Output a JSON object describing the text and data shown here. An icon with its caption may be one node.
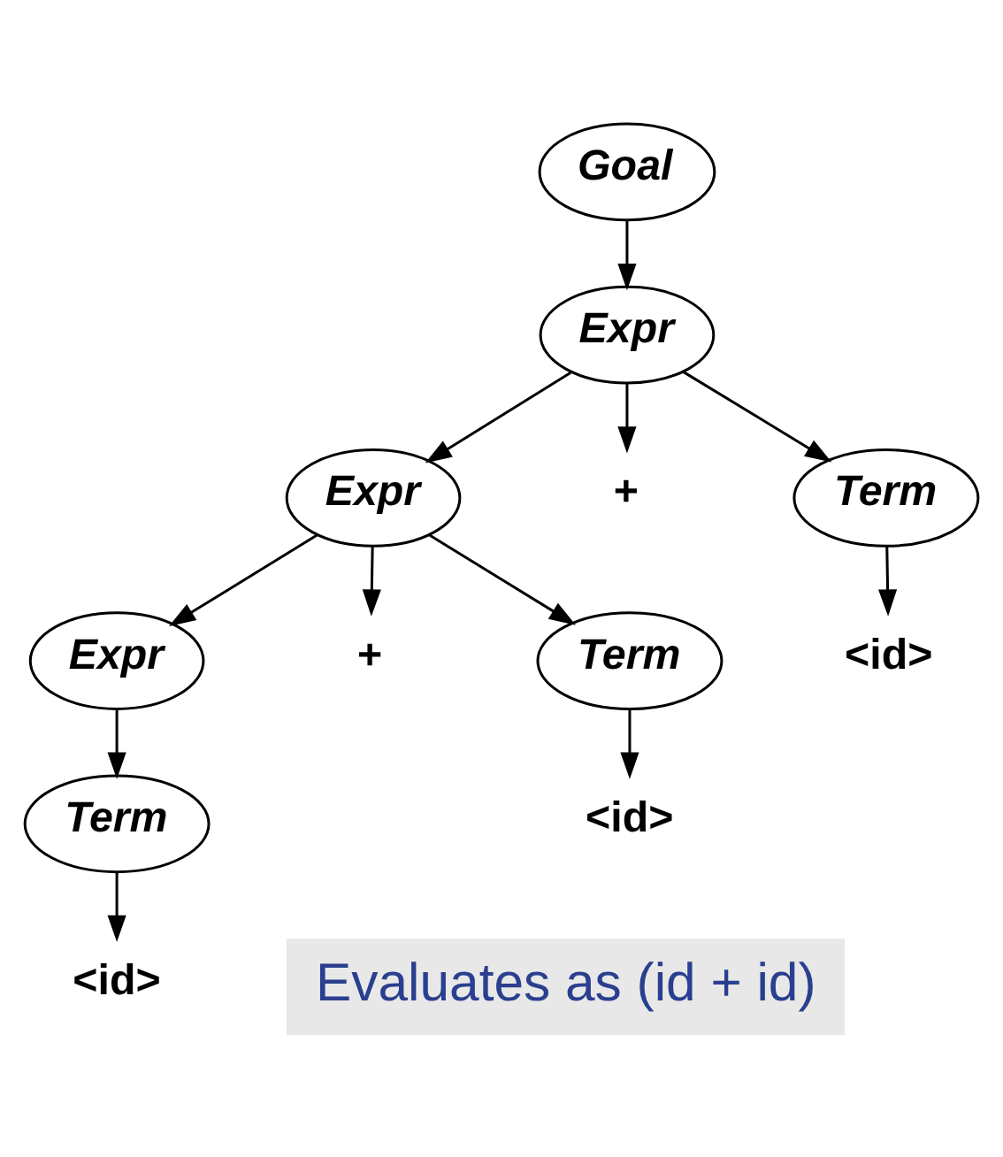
{
  "diagram": {
    "nodes": [
      {
        "text": [
          "Goal"
        ]
      },
      {
        "text": [
          "Expr"
        ]
      },
      {
        "text": [
          "Expr"
        ]
      },
      {
        "text": [
          "+"
        ]
      },
      {
        "text": [
          "Term"
        ]
      },
      {
        "text": [
          "Expr"
        ]
      },
      {
        "text": [
          "+"
        ]
      },
      {
        "text": [
          "Term"
        ]
      },
      {
        "text": [
          "<id>"
        ]
      },
      {
        "text": [
          "<id>"
        ]
      },
      {
        "text": [
          "Term"
        ]
      },
      {
        "text": [
          "<id>"
        ]
      }
    ],
    "edges": [
      {
        "from": 0,
        "to": 1,
        "arrow": "to"
      },
      {
        "from": 1,
        "to": 2,
        "arrow": "to"
      },
      {
        "from": 1,
        "to": 3,
        "arrow": "to"
      },
      {
        "from": 1,
        "to": 4,
        "arrow": "to"
      },
      {
        "from": 2,
        "to": 5,
        "arrow": "to"
      },
      {
        "from": 2,
        "to": 6,
        "arrow": "to"
      },
      {
        "from": 2,
        "to": 7,
        "arrow": "to"
      },
      {
        "from": 4,
        "to": 8,
        "arrow": "to"
      },
      {
        "from": 5,
        "to": 10,
        "arrow": "to"
      },
      {
        "from": 7,
        "to": 9,
        "arrow": "to"
      },
      {
        "from": 10,
        "to": 11,
        "arrow": "to"
      }
    ],
    "labels": [
      "Evaluates as (id + id)"
    ]
  }
}
